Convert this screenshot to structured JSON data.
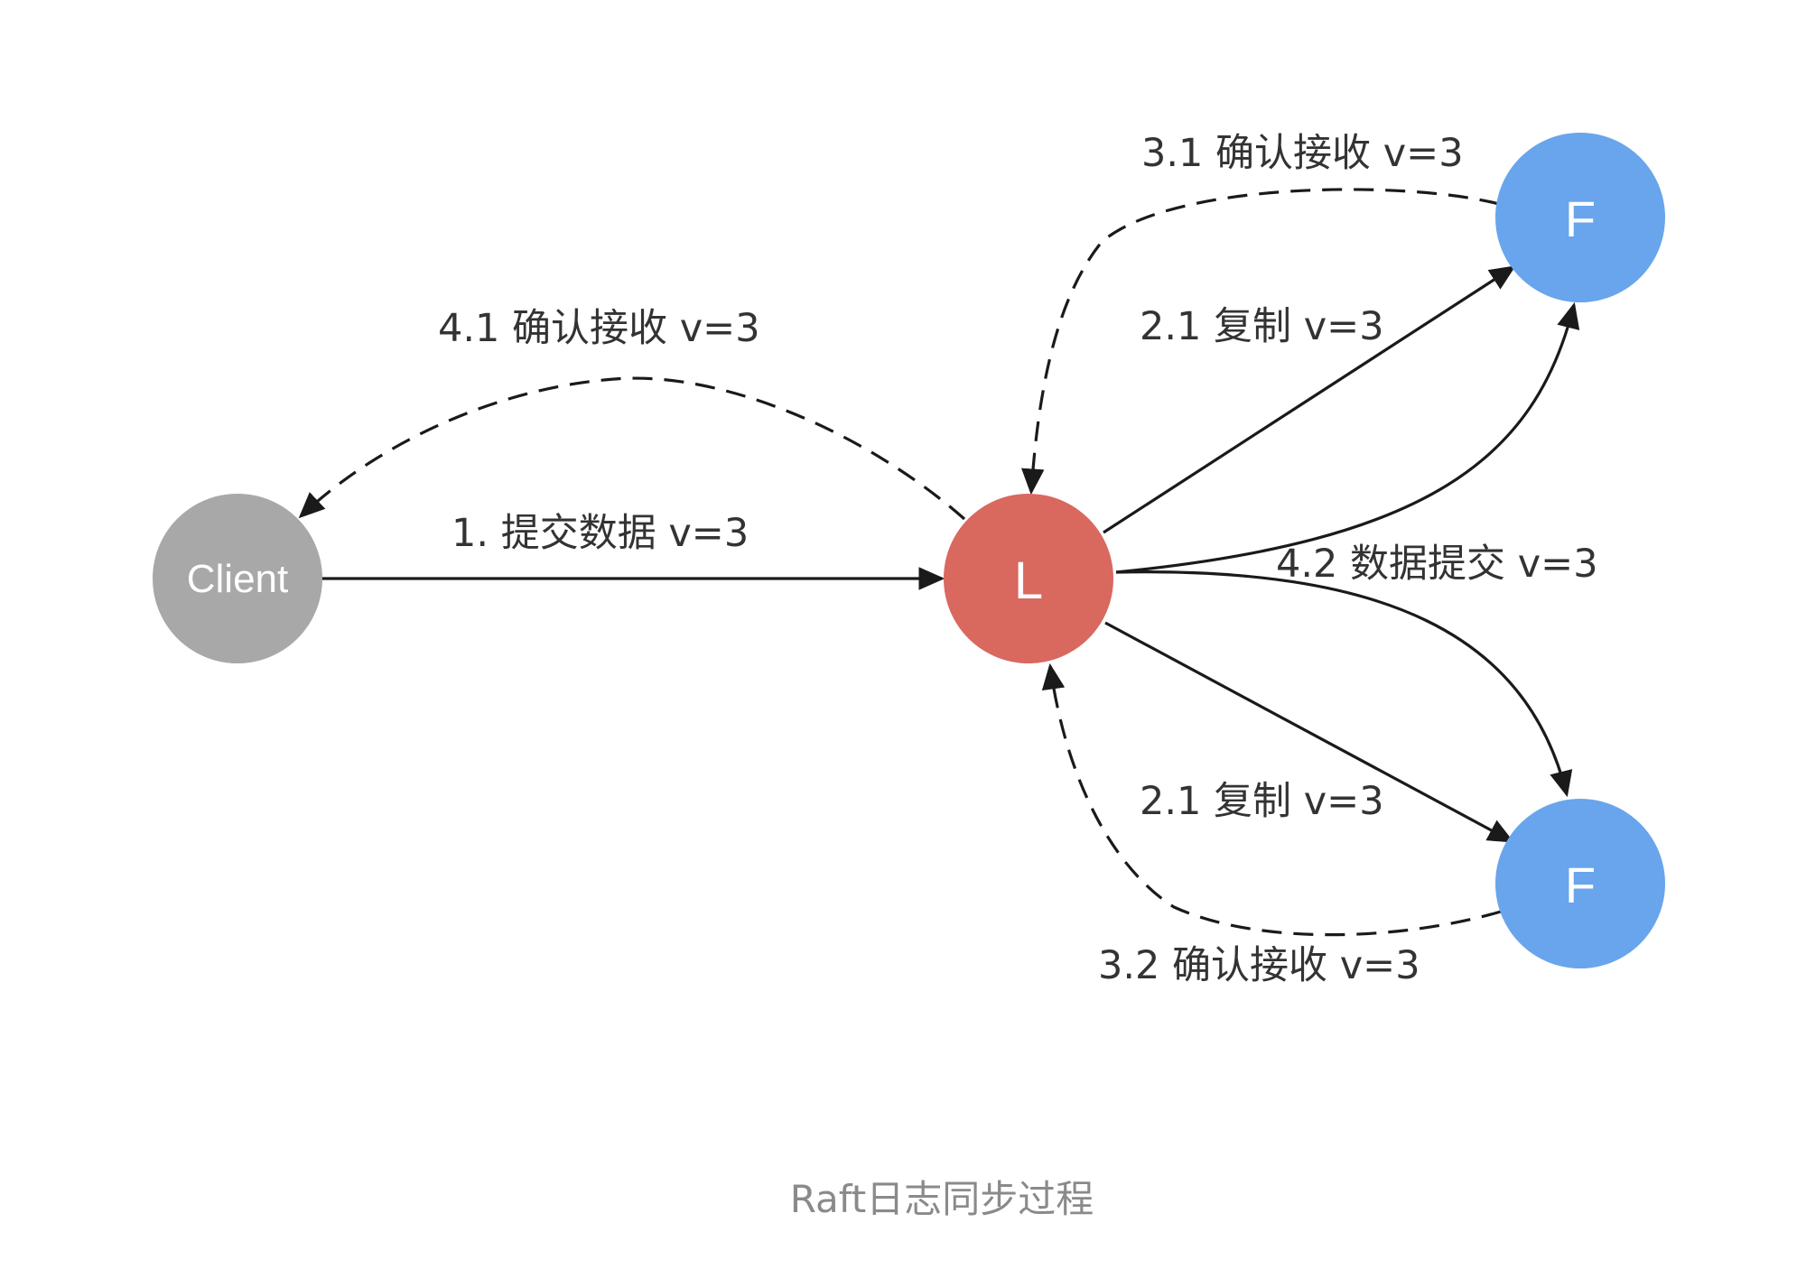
{
  "nodes": {
    "client": {
      "label": "Client",
      "color": "#a8a8a8"
    },
    "leader": {
      "label": "L",
      "color": "#d9685f"
    },
    "follower_top": {
      "label": "F",
      "color": "#68a5ec"
    },
    "follower_bottom": {
      "label": "F",
      "color": "#68a5ec"
    }
  },
  "edges": {
    "submit": {
      "label": "1. 提交数据 v=3"
    },
    "replicate_top": {
      "label": "2.1 复制 v=3"
    },
    "replicate_bottom": {
      "label": "2.1 复制 v=3"
    },
    "ack_top": {
      "label": "3.1 确认接收 v=3"
    },
    "ack_bottom": {
      "label": "3.2 确认接收 v=3"
    },
    "ack_client": {
      "label": "4.1 确认接收 v=3"
    },
    "commit": {
      "label": "4.2 数据提交 v=3"
    }
  },
  "caption": "Raft日志同步过程",
  "colors": {
    "edge": "#1a1a1a",
    "text": "#333333",
    "caption": "#8a8a8a"
  }
}
